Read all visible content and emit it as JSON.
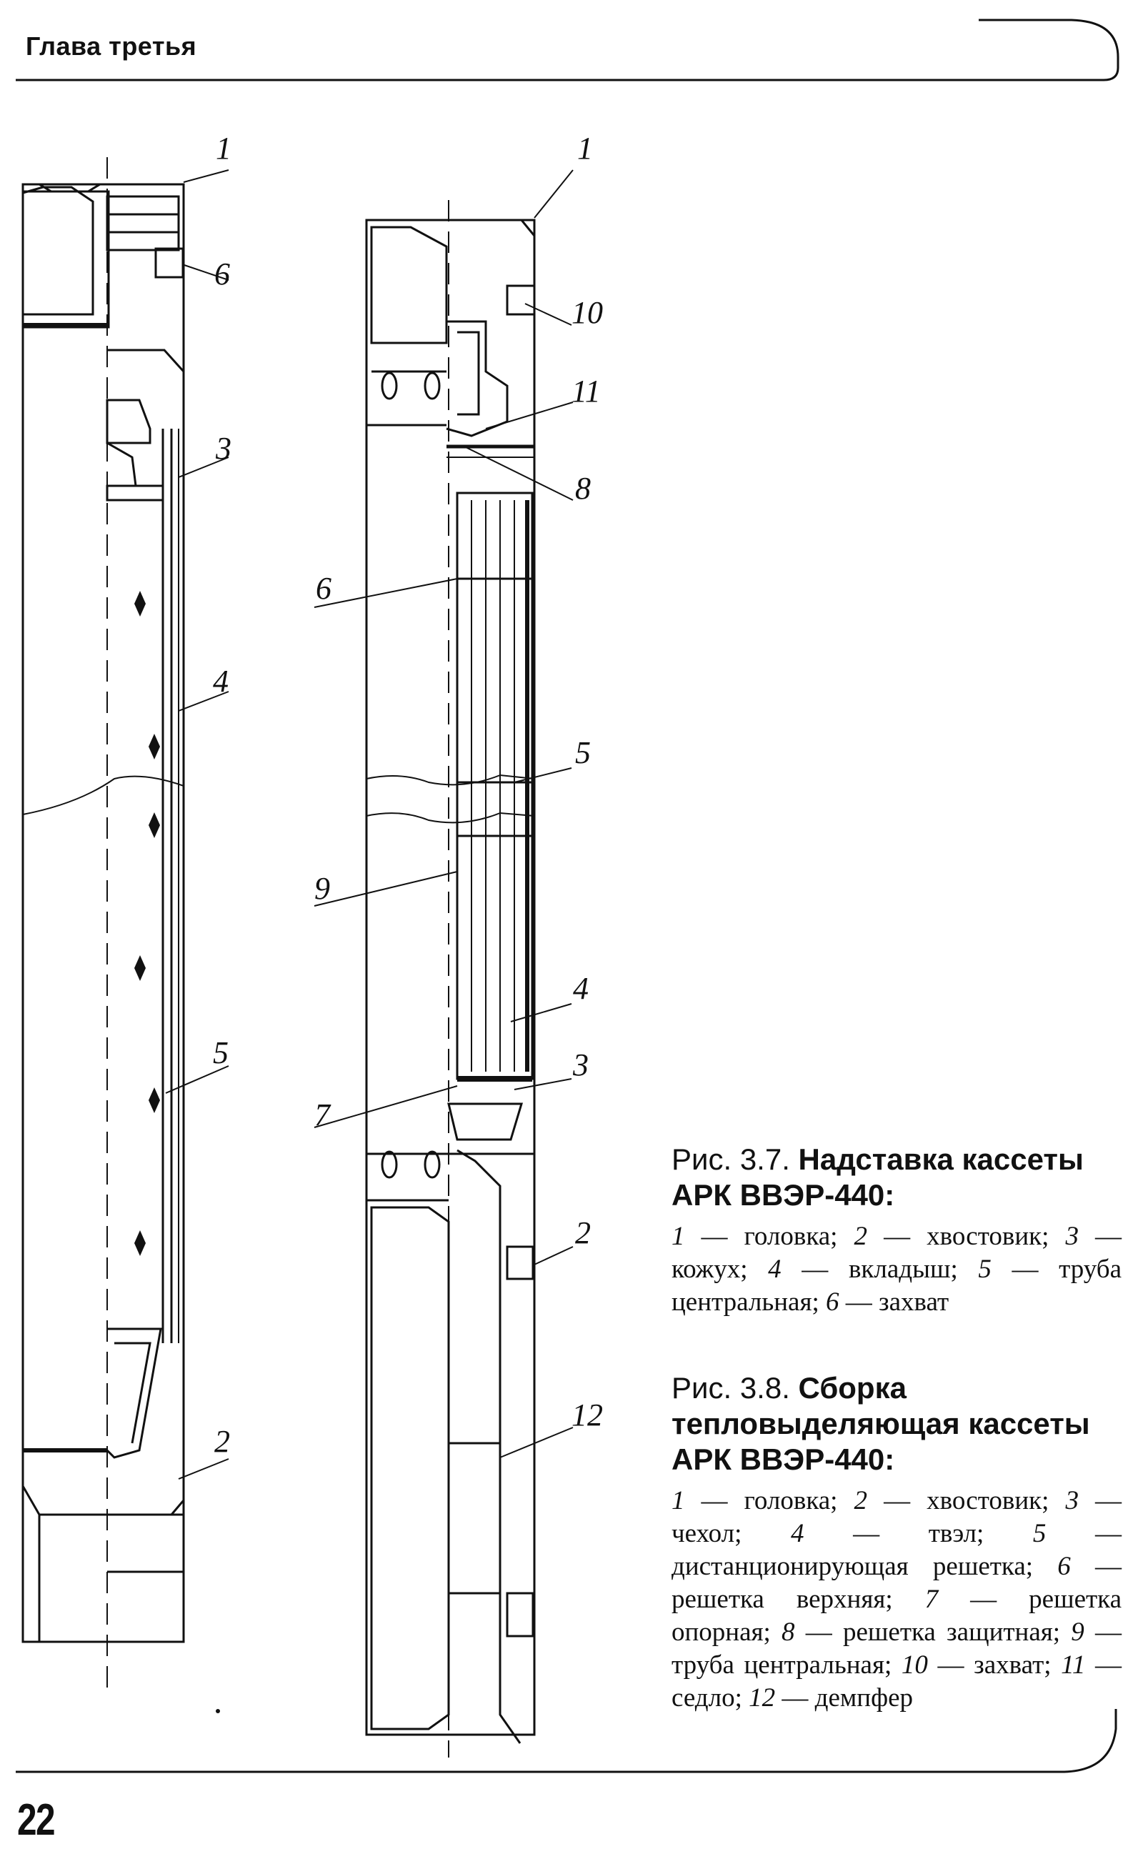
{
  "header": {
    "chapter": "Глава третья"
  },
  "page_number": "22",
  "figure_3_7": {
    "prefix": "Рис. 3.7.",
    "title": "Надставка кассеты АРК ВВЭР-440:",
    "items": [
      {
        "num": "1",
        "text": "головка;"
      },
      {
        "num": "2",
        "text": "хвостовик;"
      },
      {
        "num": "3",
        "text": "кожух;"
      },
      {
        "num": "4",
        "text": "вкладыш;"
      },
      {
        "num": "5",
        "text": "труба центральная;"
      },
      {
        "num": "6",
        "text": "захват"
      }
    ],
    "labels": [
      "1",
      "6",
      "3",
      "4",
      "5",
      "2"
    ]
  },
  "figure_3_8": {
    "prefix": "Рис. 3.8.",
    "title": "Сборка тепловыделяющая кассеты АРК ВВЭР-440:",
    "items": [
      {
        "num": "1",
        "text": "головка;"
      },
      {
        "num": "2",
        "text": "хвостовик;"
      },
      {
        "num": "3",
        "text": "чехол;"
      },
      {
        "num": "4",
        "text": "твэл;"
      },
      {
        "num": "5",
        "text": "дистанционирующая решетка;"
      },
      {
        "num": "6",
        "text": "решетка верхняя;"
      },
      {
        "num": "7",
        "text": "решетка опорная;"
      },
      {
        "num": "8",
        "text": "решетка защитная;"
      },
      {
        "num": "9",
        "text": "труба центральная;"
      },
      {
        "num": "10",
        "text": "захват;"
      },
      {
        "num": "11",
        "text": "седло;"
      },
      {
        "num": "12",
        "text": "демпфер"
      }
    ],
    "labels": [
      "1",
      "10",
      "11",
      "8",
      "6",
      "5",
      "9",
      "4",
      "3",
      "7",
      "2",
      "12"
    ]
  }
}
